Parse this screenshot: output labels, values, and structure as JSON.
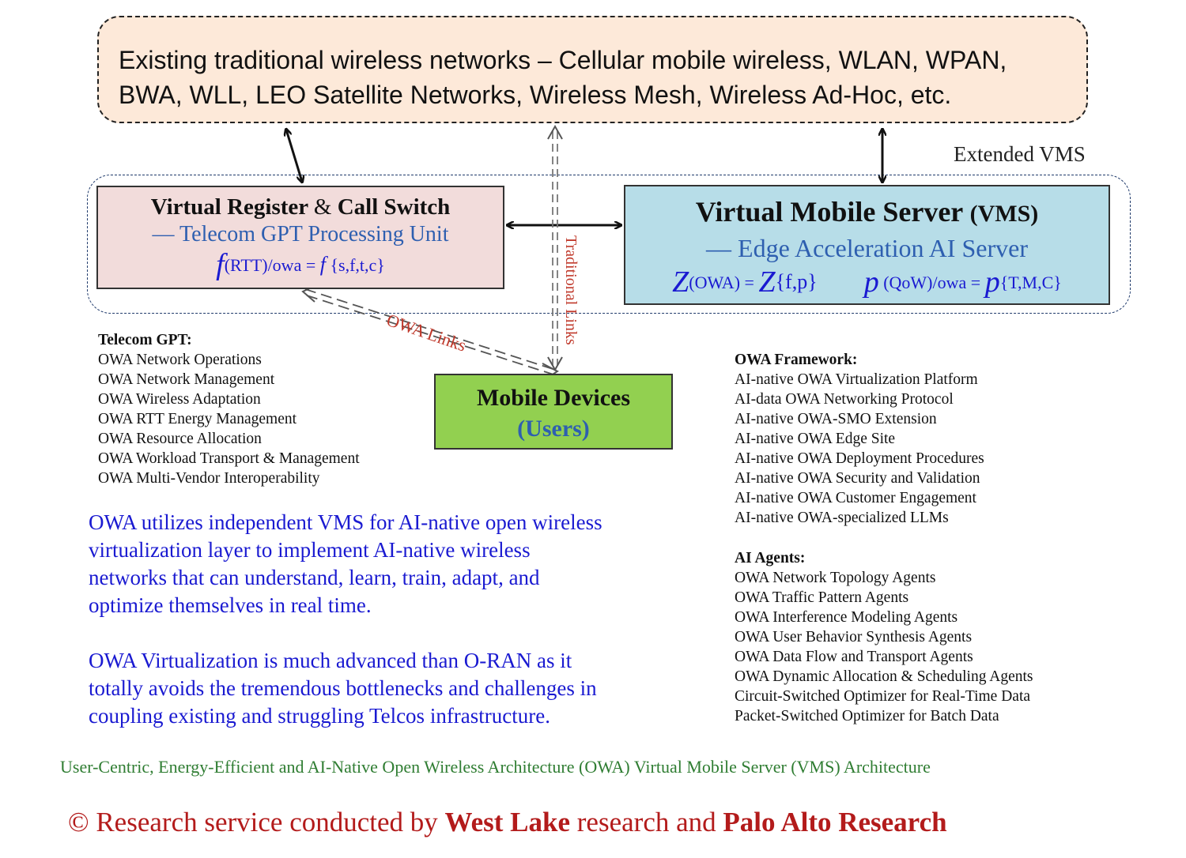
{
  "top_box": {
    "line1": "Existing traditional wireless networks – Cellular mobile wireless, WLAN, WPAN,",
    "line2": "BWA, WLL, LEO Satellite Networks, Wireless Mesh, Wireless Ad-Hoc, etc."
  },
  "extended_vms_label": "Extended VMS",
  "virtual_register": {
    "title_a": "Virtual Register",
    "title_amp": "&",
    "title_b": "Call Switch",
    "subtitle": "— Telecom GPT Processing Unit",
    "formula_f": "f",
    "formula_rest": "(RTT)/owa = ",
    "formula_f2": "f",
    "formula_tail": " {s,f,t,c}"
  },
  "vms": {
    "title": "Virtual Mobile Server",
    "title_paren": "(VMS)",
    "subtitle": "— Edge Acceleration AI Server",
    "z_symbol": "Z",
    "z_mid": "(OWA) = ",
    "z_symbol2": "Z",
    "z_tail": "{f,p}",
    "p_symbol": "p",
    "p_mid": " (QoW)/owa = ",
    "p_symbol2": "p",
    "p_tail": "{T,M,C}"
  },
  "mobile_devices": {
    "title": "Mobile Devices",
    "subtitle": "(Users)"
  },
  "links": {
    "owa_links": "OWA Links",
    "traditional_links": "Traditional Links"
  },
  "telecom_gpt": {
    "heading": "Telecom GPT:",
    "items": [
      "OWA Network Operations",
      "OWA Network Management",
      "OWA Wireless Adaptation",
      "OWA RTT Energy Management",
      "OWA Resource Allocation",
      "OWA Workload Transport & Management",
      "OWA Multi-Vendor Interoperability"
    ]
  },
  "owa_framework": {
    "heading": "OWA Framework:",
    "items": [
      "AI-native OWA Virtualization Platform",
      "AI-data OWA Networking Protocol",
      "AI-native OWA-SMO Extension",
      "AI-native OWA Edge Site",
      "AI-native OWA Deployment Procedures",
      "AI-native OWA Security and Validation",
      "AI-native OWA Customer Engagement",
      "AI-native OWA-specialized LLMs"
    ]
  },
  "ai_agents": {
    "heading": "AI Agents:",
    "items": [
      "OWA Network Topology Agents",
      "OWA Traffic Pattern Agents",
      "OWA Interference Modeling Agents",
      "OWA User Behavior Synthesis Agents",
      "OWA Data Flow and Transport Agents",
      "OWA Dynamic Allocation & Scheduling Agents",
      "Circuit-Switched Optimizer for Real-Time Data",
      "Packet-Switched Optimizer for Batch Data"
    ]
  },
  "paragraph1": [
    "OWA utilizes independent VMS for AI-native open wireless",
    "virtualization layer to implement AI-native wireless",
    "networks that can understand, learn, train, adapt, and",
    "optimize themselves in real time."
  ],
  "paragraph2": [
    "OWA Virtualization is much advanced than O-RAN as it",
    "totally avoids the tremendous bottlenecks and challenges in",
    "coupling existing and struggling Telcos infrastructure."
  ],
  "caption": "User-Centric, Energy-Efficient and AI-Native Open Wireless Architecture (OWA) Virtual Mobile Server (VMS) Architecture",
  "credit": {
    "prefix": "© Research service conducted by ",
    "org1": "West Lake",
    "middle": " research and ",
    "org2": "Palo Alto Research"
  }
}
